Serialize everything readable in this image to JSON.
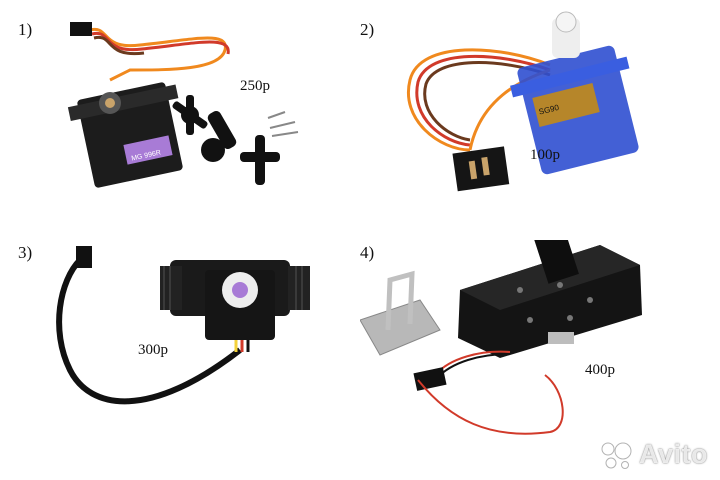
{
  "items": [
    {
      "number": "1)",
      "price": "250p",
      "label_text": "MG 996R"
    },
    {
      "number": "2)",
      "price": "100p",
      "label_text": "SG90"
    },
    {
      "number": "3)",
      "price": "300p"
    },
    {
      "number": "4)",
      "price": "400p"
    }
  ],
  "watermark": {
    "text": "Avito"
  },
  "colors": {
    "servo_purple": "#a87bd6",
    "servo_blue": "#2f4fd0",
    "wire_orange": "#f0891e",
    "wire_red": "#d13a2a",
    "wire_brown": "#6b3a1e"
  }
}
